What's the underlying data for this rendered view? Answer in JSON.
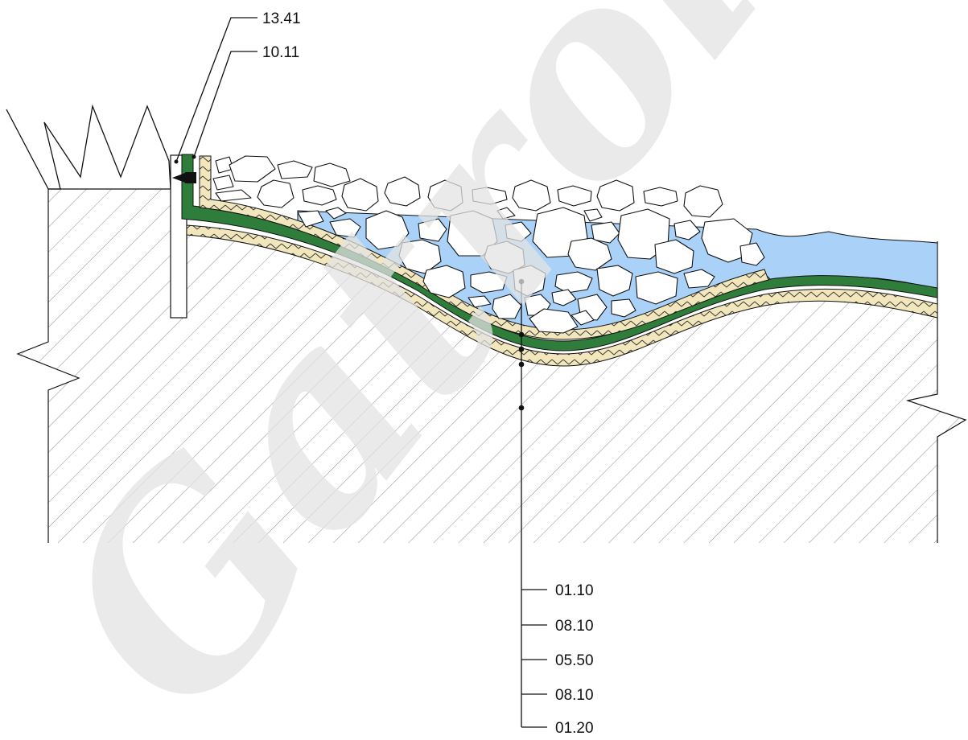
{
  "watermark": {
    "text": "Gatrol",
    "color": "#e3e3e3"
  },
  "colors": {
    "water": "#aad2f8",
    "liner": "#2f7d3a",
    "underlay": "#f2e6bd",
    "stone_fill": "#ffffff",
    "outline": "#111111",
    "hatch": "#8a8a8a"
  },
  "top_callouts": [
    {
      "id": "callout-13-41",
      "label": "13.41"
    },
    {
      "id": "callout-10-11",
      "label": "10.11"
    }
  ],
  "layer_callouts": [
    {
      "id": "callout-01-10",
      "label": "01.10"
    },
    {
      "id": "callout-08-10-a",
      "label": "08.10"
    },
    {
      "id": "callout-05-50",
      "label": "05.50"
    },
    {
      "id": "callout-08-10-b",
      "label": "08.10"
    },
    {
      "id": "callout-01-20",
      "label": "01.20"
    }
  ]
}
